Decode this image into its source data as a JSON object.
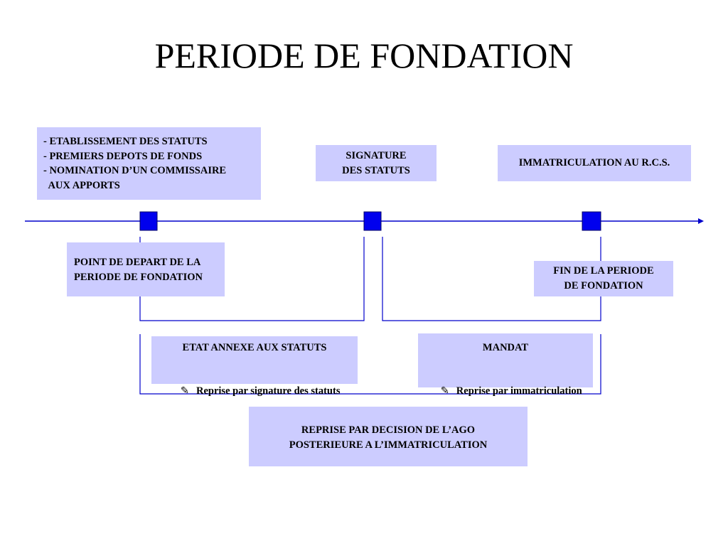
{
  "title": "PERIODE DE FONDATION",
  "boxes": {
    "statuts_tasks": {
      "lines": [
        "- ETABLISSEMENT DES STATUTS",
        "- PREMIERS DEPOTS DE FONDS",
        "- NOMINATION D’UN COMMISSAIRE",
        "  AUX APPORTS"
      ]
    },
    "signature": {
      "lines": [
        "SIGNATURE",
        "DES STATUTS"
      ]
    },
    "immatriculation": {
      "text": "IMMATRICULATION AU R.C.S."
    },
    "point_depart": {
      "lines": [
        "POINT DE DEPART DE LA",
        "PERIODE DE FONDATION"
      ]
    },
    "fin_periode": {
      "lines": [
        "FIN DE LA PERIODE",
        "DE FONDATION"
      ]
    },
    "etat_annexe": {
      "heading": "ETAT ANNEXE AUX STATUTS",
      "item": "Reprise par signature des statuts",
      "icon": "pencil-icon"
    },
    "mandat": {
      "heading": "MANDAT",
      "item": "Reprise par immatriculation",
      "icon": "pencil-icon"
    },
    "reprise_ago": {
      "lines": [
        "REPRISE PAR DECISION DE L’AGO",
        "POSTERIEURE A L’IMMATRICULATION"
      ]
    }
  },
  "colors": {
    "box_fill": "#ccccff",
    "line": "#0000cc",
    "marker": "#0000ee"
  }
}
